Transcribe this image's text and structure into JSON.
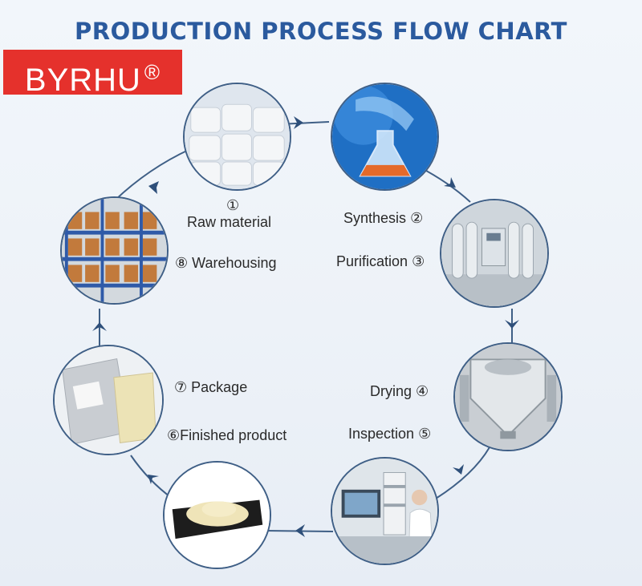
{
  "title": "PRODUCTION PROCESS FLOW CHART",
  "brand": {
    "name": "BYRHU",
    "mark": "®",
    "color": "#e5312c"
  },
  "colors": {
    "title": "#2b5a9e",
    "ring": "#3f5f86",
    "arrow": "#2e4f7a"
  },
  "steps": [
    {
      "num": "①",
      "label": "Raw material",
      "image": "raw-material-bags"
    },
    {
      "num": "②",
      "label": "Synthesis",
      "image": "lab-flask"
    },
    {
      "num": "③",
      "label": "Purification",
      "image": "purification-equipment"
    },
    {
      "num": "④",
      "label": "Drying",
      "image": "drying-machine"
    },
    {
      "num": "⑤",
      "label": "Inspection",
      "image": "lab-inspection"
    },
    {
      "num": "⑥",
      "label": "Finished product",
      "image": "powder-plate"
    },
    {
      "num": "⑦",
      "label": "Package",
      "image": "foil-bags"
    },
    {
      "num": "⑧",
      "label": "Warehousing",
      "image": "warehouse-shelves"
    }
  ]
}
